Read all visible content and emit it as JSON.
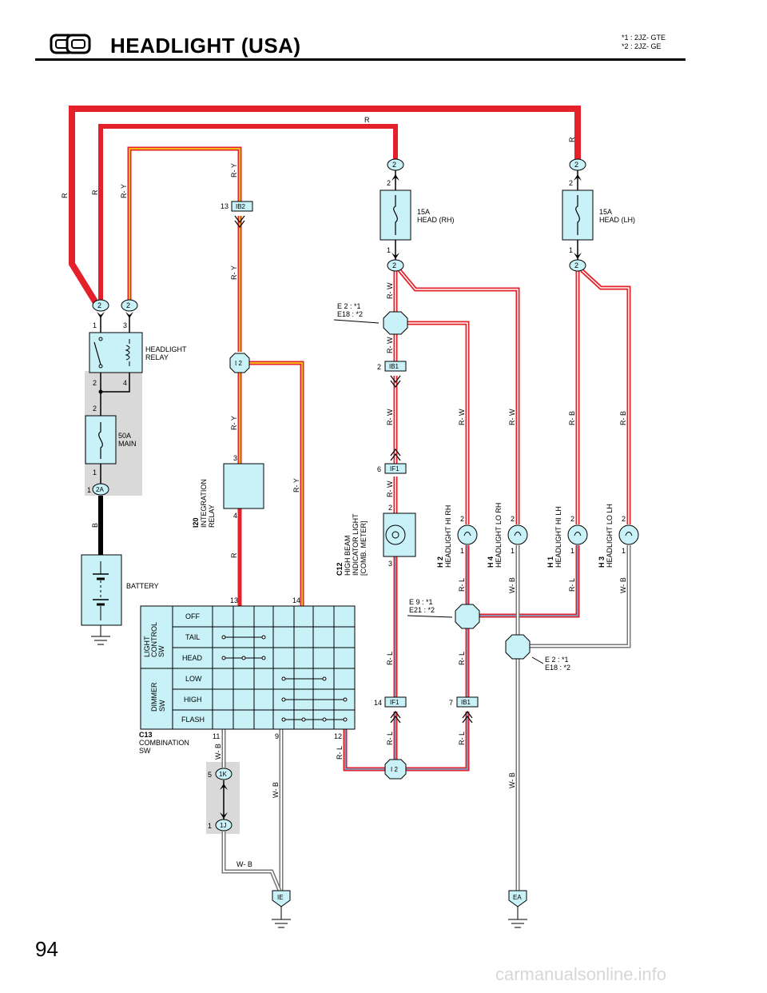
{
  "header": {
    "title": "HEADLIGHT (USA)",
    "notes": [
      "*1 : 2JZ- GTE",
      "*2 : 2JZ- GE"
    ]
  },
  "page_number": "94",
  "watermark": "carmanualsonline.info",
  "icons": {
    "section_icon": "headlight-icon",
    "ground": "ground-icon"
  },
  "colors": {
    "wire_red": "#e4202a",
    "wire_yellow": "#f6b817",
    "component_fill": "#c8f2f8",
    "wire_blue": "#6db6e0",
    "wire_white": "#ffffff",
    "shade": "#d9d9d9"
  },
  "wires": {
    "r1": "R",
    "r2": "R",
    "r_top": "R",
    "r_lh_top": "R",
    "ry1": "R- Y",
    "ry2": "R- Y",
    "ry3": "R- Y",
    "ry4": "R- Y",
    "ry5": "R- Y",
    "rw1": "R- W",
    "rw2": "R- W",
    "rw3": "R- W",
    "rw4": "R- W",
    "rw5": "R- W",
    "rw6": "R- W",
    "rb1": "R- B",
    "rb2": "R- B",
    "r_int": "R",
    "b_batt": "B",
    "rl1": "R- L",
    "rl2": "R- L",
    "rl3": "R- L",
    "rl4": "R- L",
    "rl5": "R- L",
    "rl6": "R- L",
    "rl7": "R- L",
    "wb1": "W- B",
    "wb2": "W- B",
    "wb3": "W- B",
    "wb4": "W- B",
    "wb5": "W- B",
    "wb6": "W- B"
  },
  "components": {
    "fuse_rh": {
      "rating": "15A",
      "name": "HEAD (RH)"
    },
    "fuse_lh": {
      "rating": "15A",
      "name": "HEAD (LH)"
    },
    "relay": {
      "line1": "HEADLIGHT",
      "line2": "RELAY"
    },
    "main_fuse": {
      "rating": "50A",
      "name": "MAIN"
    },
    "battery": "BATTERY",
    "integration_relay": {
      "code": "I20",
      "line1": "INTEGRATION",
      "line2": "RELAY"
    },
    "indicator": {
      "code": "C12",
      "line1": "HIGH BEAM",
      "line2": "INDICATOR LIGHT",
      "line3": "[COMB. METER]"
    },
    "h2": {
      "code": "H 2",
      "name": "HEADLIGHT HI RH"
    },
    "h4": {
      "code": "H 4",
      "name": "HEADLIGHT LO RH"
    },
    "h1": {
      "code": "H 1",
      "name": "HEADLIGHT HI LH"
    },
    "h3": {
      "code": "H 3",
      "name": "HEADLIGHT LO LH"
    },
    "combination_sw": {
      "code": "C13",
      "line1": "COMBINATION",
      "line2": "SW",
      "light_control": [
        "LIGHT",
        "CONTROL",
        "SW"
      ],
      "dimmer": [
        "DIMMER",
        "SW"
      ],
      "rows": [
        "OFF",
        "TAIL",
        "HEAD",
        "LOW",
        "HIGH",
        "FLASH"
      ]
    }
  },
  "connectors": {
    "c2a": "2",
    "c2b": "2",
    "c2c": "2",
    "c2d": "2",
    "c2e": "2",
    "c2f": "2",
    "ib2": "IB2",
    "ib1a": "IB1",
    "ib1b": "IB1",
    "if1a": "IF1",
    "if1b": "IF1",
    "i2a": "I 2",
    "i2b": "I 2",
    "k1": "1K",
    "j1": "1J",
    "a2": "2A",
    "ie": "IE",
    "ea": "EA"
  },
  "splices": {
    "s1": {
      "l1": "E 2 : *1",
      "l2": "E18 : *2"
    },
    "s2": {
      "l1": "E 9 : *1",
      "l2": "E21 : *2"
    },
    "s3": {
      "l1": "E 2 : *1",
      "l2": "E18 : *2"
    }
  },
  "pins": {
    "p1": "2",
    "p2": "1",
    "p3": "2",
    "p4": "1",
    "p5": "1",
    "p6": "3",
    "p7": "2",
    "p8": "4",
    "p9": "2",
    "p10": "1",
    "p11": "1",
    "p12": "13",
    "p13": "3",
    "p14": "4",
    "p15": "13",
    "p16": "14",
    "p17": "2",
    "p18": "6",
    "p19": "2",
    "p20": "3",
    "p21": "2",
    "p22": "1",
    "p23": "2",
    "p24": "1",
    "p25": "2",
    "p26": "1",
    "p27": "2",
    "p28": "1",
    "p29": "14",
    "p30": "7",
    "p31": "11",
    "p32": "9",
    "p33": "12",
    "p34": "5",
    "p35": "1"
  }
}
